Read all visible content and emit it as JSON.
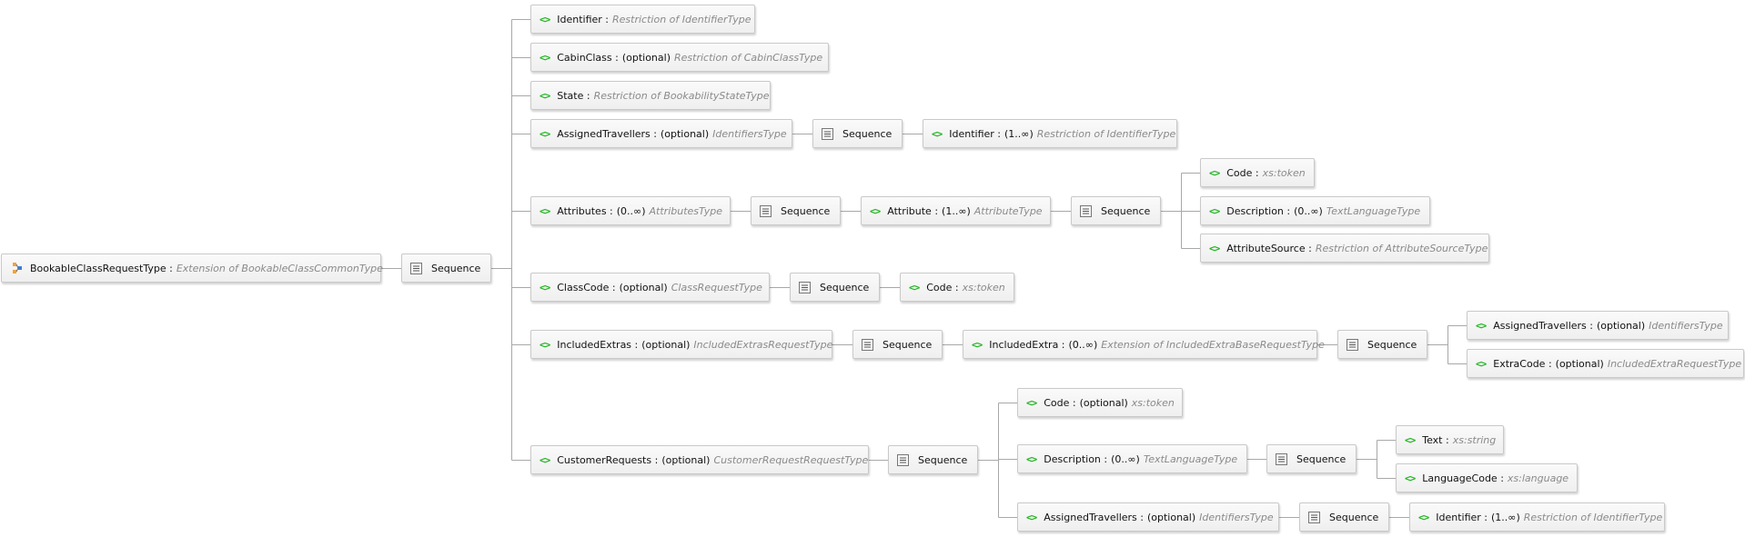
{
  "colors": {
    "element_icon": "#1db31d",
    "node_border": "#c9c9c9",
    "connector": "#a8a8a8",
    "type_text": "#8a8a8a"
  },
  "nodes": [
    {
      "id": "root",
      "kind": "type",
      "icon": "complex-type-icon",
      "name": "BookableClassRequestType :",
      "card": "",
      "type": "Extension of  BookableClassCommonType"
    },
    {
      "id": "seq0",
      "kind": "sequence",
      "icon": "sequence-icon",
      "name": "Sequence",
      "card": "",
      "type": ""
    },
    {
      "id": "identifier",
      "kind": "element",
      "icon": "element-icon",
      "name": "Identifier :",
      "card": "",
      "type": "Restriction of IdentifierType"
    },
    {
      "id": "cabinclass",
      "kind": "element",
      "icon": "element-icon",
      "name": "CabinClass :",
      "card": "(optional)",
      "type": "Restriction of CabinClassType"
    },
    {
      "id": "state",
      "kind": "element",
      "icon": "element-icon",
      "name": "State :",
      "card": "",
      "type": "Restriction of BookabilityStateType"
    },
    {
      "id": "assignedtravellers",
      "kind": "element",
      "icon": "element-icon",
      "name": "AssignedTravellers :",
      "card": "(optional)",
      "type": "IdentifiersType"
    },
    {
      "id": "seq_at",
      "kind": "sequence",
      "icon": "sequence-icon",
      "name": "Sequence",
      "card": "",
      "type": ""
    },
    {
      "id": "at_identifier",
      "kind": "element",
      "icon": "element-icon",
      "name": "Identifier :",
      "card": "(1..∞)",
      "type": "Restriction of IdentifierType"
    },
    {
      "id": "attributes",
      "kind": "element",
      "icon": "element-icon",
      "name": "Attributes :",
      "card": "(0..∞)",
      "type": "AttributesType"
    },
    {
      "id": "seq_attrs",
      "kind": "sequence",
      "icon": "sequence-icon",
      "name": "Sequence",
      "card": "",
      "type": ""
    },
    {
      "id": "attribute",
      "kind": "element",
      "icon": "element-icon",
      "name": "Attribute :",
      "card": "(1..∞)",
      "type": "AttributeType"
    },
    {
      "id": "seq_attr",
      "kind": "sequence",
      "icon": "sequence-icon",
      "name": "Sequence",
      "card": "",
      "type": ""
    },
    {
      "id": "attr_code",
      "kind": "element",
      "icon": "element-icon",
      "name": "Code :",
      "card": "",
      "type": "xs:token"
    },
    {
      "id": "attr_desc",
      "kind": "element",
      "icon": "element-icon",
      "name": "Description :",
      "card": "(0..∞)",
      "type": "TextLanguageType"
    },
    {
      "id": "attr_source",
      "kind": "element",
      "icon": "element-icon",
      "name": "AttributeSource :",
      "card": "",
      "type": "Restriction of AttributeSourceType"
    },
    {
      "id": "classcode",
      "kind": "element",
      "icon": "element-icon",
      "name": "ClassCode :",
      "card": "(optional)",
      "type": "ClassRequestType"
    },
    {
      "id": "seq_cc",
      "kind": "sequence",
      "icon": "sequence-icon",
      "name": "Sequence",
      "card": "",
      "type": ""
    },
    {
      "id": "cc_code",
      "kind": "element",
      "icon": "element-icon",
      "name": "Code :",
      "card": "",
      "type": "xs:token"
    },
    {
      "id": "includedextras",
      "kind": "element",
      "icon": "element-icon",
      "name": "IncludedExtras :",
      "card": "(optional)",
      "type": "IncludedExtrasRequestType"
    },
    {
      "id": "seq_ie",
      "kind": "sequence",
      "icon": "sequence-icon",
      "name": "Sequence",
      "card": "",
      "type": ""
    },
    {
      "id": "includedextra",
      "kind": "element",
      "icon": "element-icon",
      "name": "IncludedExtra :",
      "card": "(0..∞)",
      "type": "Extension of IncludedExtraBaseRequestType"
    },
    {
      "id": "seq_ie2",
      "kind": "sequence",
      "icon": "sequence-icon",
      "name": "Sequence",
      "card": "",
      "type": ""
    },
    {
      "id": "ie_assigned",
      "kind": "element",
      "icon": "element-icon",
      "name": "AssignedTravellers :",
      "card": "(optional)",
      "type": "IdentifiersType"
    },
    {
      "id": "ie_extracode",
      "kind": "element",
      "icon": "element-icon",
      "name": "ExtraCode :",
      "card": "(optional)",
      "type": "IncludedExtraRequestType"
    },
    {
      "id": "customerrequests",
      "kind": "element",
      "icon": "element-icon",
      "name": "CustomerRequests :",
      "card": "(optional)",
      "type": "CustomerRequestRequestType"
    },
    {
      "id": "seq_cr",
      "kind": "sequence",
      "icon": "sequence-icon",
      "name": "Sequence",
      "card": "",
      "type": ""
    },
    {
      "id": "cr_code",
      "kind": "element",
      "icon": "element-icon",
      "name": "Code :",
      "card": "(optional)",
      "type": "xs:token"
    },
    {
      "id": "cr_desc",
      "kind": "element",
      "icon": "element-icon",
      "name": "Description :",
      "card": "(0..∞)",
      "type": "TextLanguageType"
    },
    {
      "id": "seq_crd",
      "kind": "sequence",
      "icon": "sequence-icon",
      "name": "Sequence",
      "card": "",
      "type": ""
    },
    {
      "id": "crd_text",
      "kind": "element",
      "icon": "element-icon",
      "name": "Text :",
      "card": "",
      "type": "xs:string"
    },
    {
      "id": "crd_lang",
      "kind": "element",
      "icon": "element-icon",
      "name": "LanguageCode :",
      "card": "",
      "type": "xs:language"
    },
    {
      "id": "cr_assigned",
      "kind": "element",
      "icon": "element-icon",
      "name": "AssignedTravellers :",
      "card": "(optional)",
      "type": "IdentifiersType"
    },
    {
      "id": "seq_cra",
      "kind": "sequence",
      "icon": "sequence-icon",
      "name": "Sequence",
      "card": "",
      "type": ""
    },
    {
      "id": "cra_identifier",
      "kind": "element",
      "icon": "element-icon",
      "name": "Identifier :",
      "card": "(1..∞)",
      "type": "Restriction of IdentifierType"
    }
  ]
}
